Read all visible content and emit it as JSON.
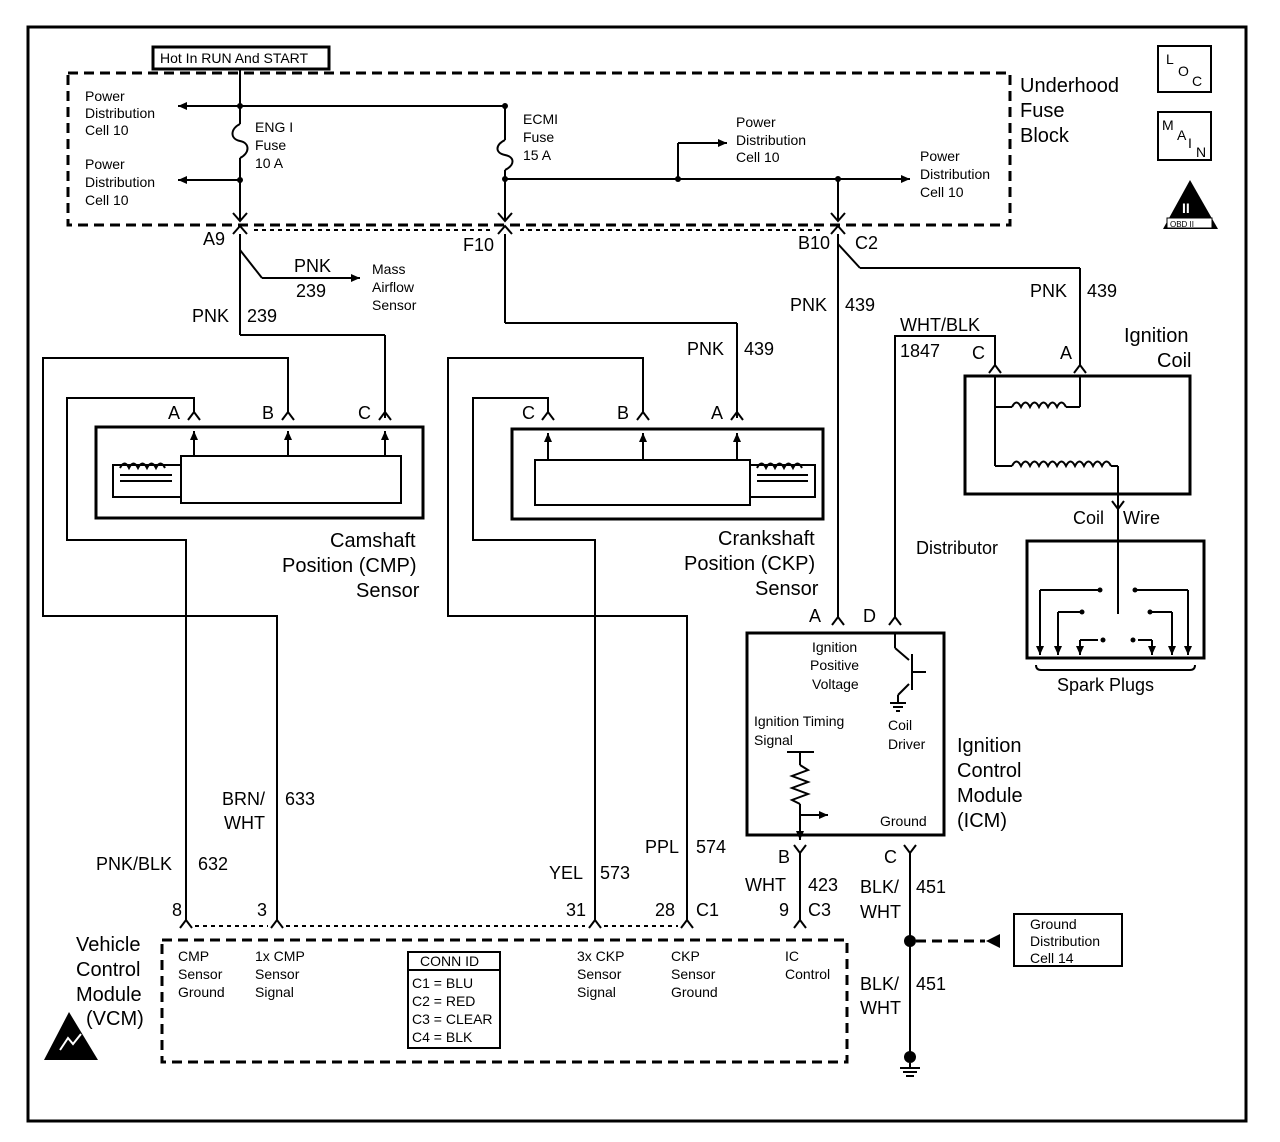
{
  "header": {
    "hot_label": "Hot In RUN And START"
  },
  "fuse_block": {
    "line1": "Underhood",
    "line2": "Fuse",
    "line3": "Block"
  },
  "pd": {
    "line1": "Power",
    "line2": "Distribution",
    "line3": "Cell 10"
  },
  "fuses": {
    "engi": {
      "line1": "ENG I",
      "line2": "Fuse",
      "line3": "10 A"
    },
    "ecmi": {
      "line1": "ECMI",
      "line2": "Fuse",
      "line3": "15 A"
    }
  },
  "side_icons": {
    "loc_l": "L",
    "loc_o": "O",
    "loc_c": "C",
    "main_m": "M",
    "main_a": "A",
    "main_i": "I",
    "main_n": "N",
    "obd_big": "II",
    "obd_small": "OBD II"
  },
  "terminals": {
    "a9": "A9",
    "f10": "F10",
    "b10": "B10",
    "c2": "C2"
  },
  "maf": {
    "wire_color": "PNK",
    "wire_num": "239",
    "line1": "Mass",
    "line2": "Airflow",
    "line3": "Sensor"
  },
  "wires": {
    "pnk": "PNK",
    "n239": "239",
    "n439": "439",
    "wht_blk": "WHT/BLK",
    "n1847": "1847",
    "brn": "BRN/",
    "wht": "WHT",
    "n633": "633",
    "pnk_blk": "PNK/BLK",
    "n632": "632",
    "yel": "YEL",
    "n573": "573",
    "ppl": "PPL",
    "n574": "574",
    "n423": "423",
    "blk": "BLK/",
    "n451": "451"
  },
  "pins": {
    "a": "A",
    "b": "B",
    "c": "C",
    "d": "D",
    "p8": "8",
    "p3": "3",
    "p31": "31",
    "p28": "28",
    "c1": "C1",
    "p9": "9",
    "c3": "C3"
  },
  "cmp": {
    "line1": "Camshaft",
    "line2": "Position (CMP)",
    "line3": "Sensor"
  },
  "ckp": {
    "line1": "Crankshaft",
    "line2": "Position (CKP)",
    "line3": "Sensor"
  },
  "coil": {
    "line1": "Ignition",
    "line2": "Coil",
    "wire_a": "Coil",
    "wire_b": "Wire"
  },
  "distributor": {
    "label": "Distributor",
    "plugs": "Spark Plugs"
  },
  "icm": {
    "line1": "Ignition",
    "line2": "Control",
    "line3": "Module",
    "line4": "(ICM)",
    "ipv1": "Ignition",
    "ipv2": "Positive",
    "ipv3": "Voltage",
    "its1": "Ignition Timing",
    "its2": "Signal",
    "cd1": "Coil",
    "cd2": "Driver",
    "ground": "Ground"
  },
  "vcm": {
    "line1": "Vehicle",
    "line2": "Control",
    "line3": "Module",
    "line4": "(VCM)",
    "cmpg1": "CMP",
    "cmpg2": "Sensor",
    "cmpg3": "Ground",
    "cmps1": "1x CMP",
    "cmps2": "Sensor",
    "cmps3": "Signal",
    "ckps1": "3x CKP",
    "ckps2": "Sensor",
    "ckps3": "Signal",
    "ckpg1": "CKP",
    "ckpg2": "Sensor",
    "ckpg3": "Ground",
    "ic1": "IC",
    "ic2": "Control"
  },
  "conn": {
    "title": "CONN ID",
    "c1": "C1 = BLU",
    "c2": "C2 = RED",
    "c3": "C3 = CLEAR",
    "c4": "C4 = BLK"
  },
  "gdc": {
    "line1": "Ground",
    "line2": "Distribution",
    "line3": "Cell 14"
  }
}
